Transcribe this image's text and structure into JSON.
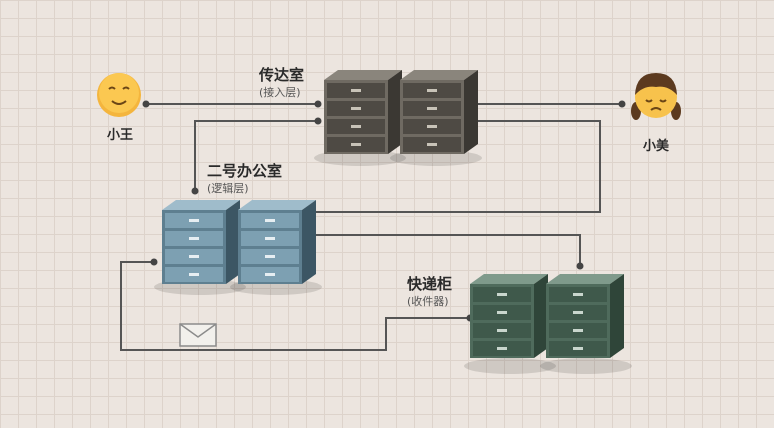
{
  "people": {
    "xiaowang": "小王",
    "xiaomei": "小美"
  },
  "nodes": {
    "reception": {
      "title": "传达室",
      "sub": "(接入层)"
    },
    "office": {
      "title": "二号办公室",
      "sub": "(逻辑层)"
    },
    "locker": {
      "title": "快递柜",
      "sub": "(收件器)"
    }
  },
  "colors": {
    "reception_server": "#6f6a62",
    "office_server": "#5e7f90",
    "locker_server": "#4f6b5c",
    "line": "#555555"
  },
  "icons": [
    "smiley-icon",
    "sad-girl-icon",
    "envelope-icon",
    "server-icon"
  ]
}
